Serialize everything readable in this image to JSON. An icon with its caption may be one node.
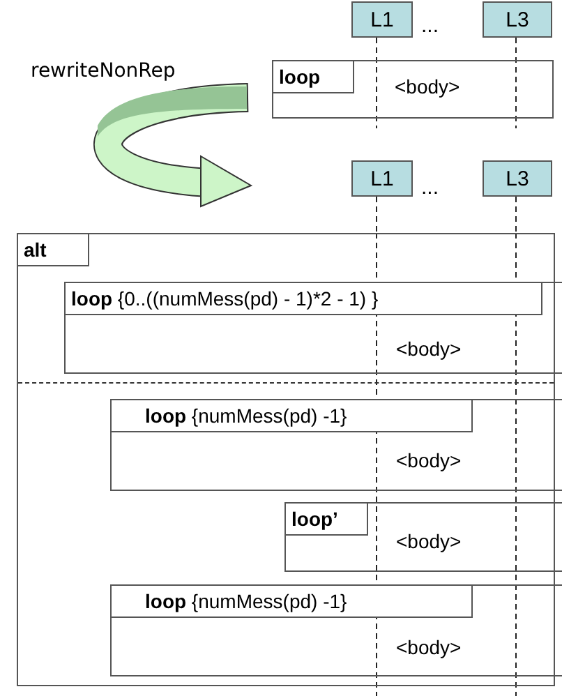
{
  "diagram": {
    "nodes": [
      {
        "text": [
          "L1"
        ]
      },
      {
        "text": [
          "L3"
        ]
      },
      {
        "text": [
          "loop",
          "<body>"
        ]
      },
      {
        "text": [
          "L1"
        ]
      },
      {
        "text": [
          "L3"
        ]
      },
      {
        "text": [
          "alt"
        ]
      },
      {
        "text": [
          "**loop** {0..((numMess(pd) - 1)*2 - 1) }",
          "<body>"
        ],
        "in": 5
      },
      {
        "text": [
          "**loop** {numMess(pd) -1}",
          "<body>"
        ],
        "in": 5
      },
      {
        "text": [
          "loop’",
          "<body>"
        ],
        "in": 5
      },
      {
        "text": [
          "**loop** {numMess(pd) -1}",
          "<body>"
        ],
        "in": 5
      }
    ],
    "edges": [
      {
        "from": 0,
        "to": 2,
        "arrow": "none",
        "style": "dashed"
      },
      {
        "from": 1,
        "to": 2,
        "arrow": "none",
        "style": "dashed"
      },
      {
        "from": 3,
        "to": 5,
        "arrow": "none",
        "style": "dashed"
      },
      {
        "from": 4,
        "to": 5,
        "arrow": "none",
        "style": "dashed"
      }
    ],
    "labels": [
      "...",
      "rewriteNonRep",
      "..."
    ]
  }
}
